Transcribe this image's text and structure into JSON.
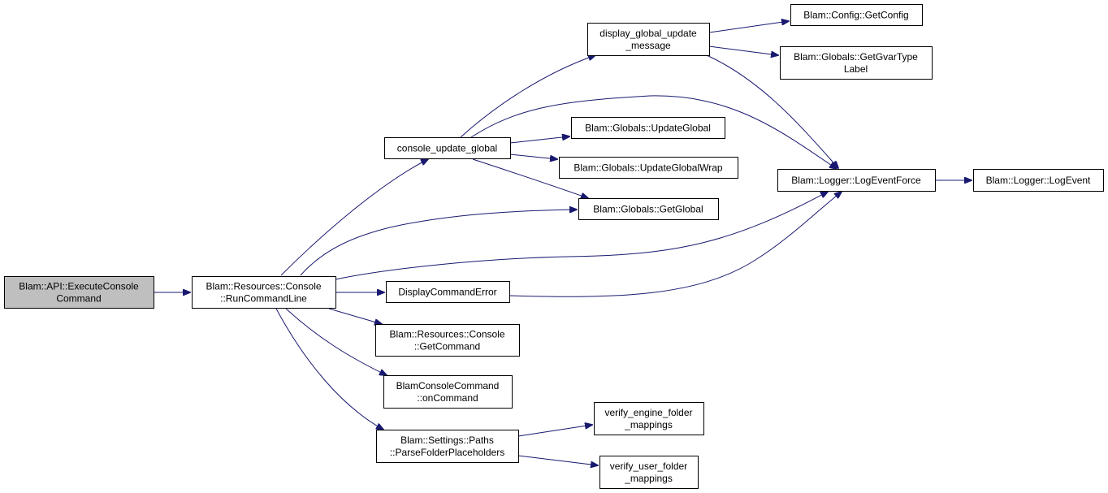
{
  "colors": {
    "root_fill": "#bfbfbf",
    "node_fill": "#ffffff",
    "node_stroke": "#000000",
    "edge": "#191970"
  },
  "nodes": [
    {
      "id": "execute_console_command",
      "lines": [
        "Blam::API::ExecuteConsole",
        "Command"
      ],
      "highlight": true
    },
    {
      "id": "run_command_line",
      "lines": [
        "Blam::Resources::Console",
        "::RunCommandLine"
      ]
    },
    {
      "id": "display_global_update_message",
      "lines": [
        "display_global_update",
        "_message"
      ]
    },
    {
      "id": "console_update_global",
      "lines": [
        "console_update_global"
      ]
    },
    {
      "id": "display_command_error",
      "lines": [
        "DisplayCommandError"
      ]
    },
    {
      "id": "get_command",
      "lines": [
        "Blam::Resources::Console",
        "::GetCommand"
      ]
    },
    {
      "id": "on_command",
      "lines": [
        "BlamConsoleCommand",
        "::onCommand"
      ]
    },
    {
      "id": "parse_folder_placeholders",
      "lines": [
        "Blam::Settings::Paths",
        "::ParseFolderPlaceholders"
      ]
    },
    {
      "id": "get_config",
      "lines": [
        "Blam::Config::GetConfig"
      ]
    },
    {
      "id": "get_gvar_type_label",
      "lines": [
        "Blam::Globals::GetGvarType",
        "Label"
      ]
    },
    {
      "id": "update_global",
      "lines": [
        "Blam::Globals::UpdateGlobal"
      ]
    },
    {
      "id": "update_global_wrap",
      "lines": [
        "Blam::Globals::UpdateGlobalWrap"
      ]
    },
    {
      "id": "get_global",
      "lines": [
        "Blam::Globals::GetGlobal"
      ]
    },
    {
      "id": "log_event_force",
      "lines": [
        "Blam::Logger::LogEventForce"
      ]
    },
    {
      "id": "log_event",
      "lines": [
        "Blam::Logger::LogEvent"
      ]
    },
    {
      "id": "verify_engine_folder_mappings",
      "lines": [
        "verify_engine_folder",
        "_mappings"
      ]
    },
    {
      "id": "verify_user_folder_mappings",
      "lines": [
        "verify_user_folder",
        "_mappings"
      ]
    }
  ],
  "edges": [
    {
      "from": "execute_console_command",
      "to": "run_command_line"
    },
    {
      "from": "run_command_line",
      "to": "console_update_global"
    },
    {
      "from": "run_command_line",
      "to": "get_global"
    },
    {
      "from": "run_command_line",
      "to": "log_event_force"
    },
    {
      "from": "run_command_line",
      "to": "display_command_error"
    },
    {
      "from": "run_command_line",
      "to": "get_command"
    },
    {
      "from": "run_command_line",
      "to": "on_command"
    },
    {
      "from": "run_command_line",
      "to": "parse_folder_placeholders"
    },
    {
      "from": "console_update_global",
      "to": "display_global_update_message"
    },
    {
      "from": "console_update_global",
      "to": "log_event_force"
    },
    {
      "from": "console_update_global",
      "to": "update_global"
    },
    {
      "from": "console_update_global",
      "to": "update_global_wrap"
    },
    {
      "from": "console_update_global",
      "to": "get_global"
    },
    {
      "from": "display_global_update_message",
      "to": "get_config"
    },
    {
      "from": "display_global_update_message",
      "to": "get_gvar_type_label"
    },
    {
      "from": "display_global_update_message",
      "to": "log_event_force"
    },
    {
      "from": "display_command_error",
      "to": "log_event_force"
    },
    {
      "from": "log_event_force",
      "to": "log_event"
    },
    {
      "from": "parse_folder_placeholders",
      "to": "verify_engine_folder_mappings"
    },
    {
      "from": "parse_folder_placeholders",
      "to": "verify_user_folder_mappings"
    }
  ]
}
